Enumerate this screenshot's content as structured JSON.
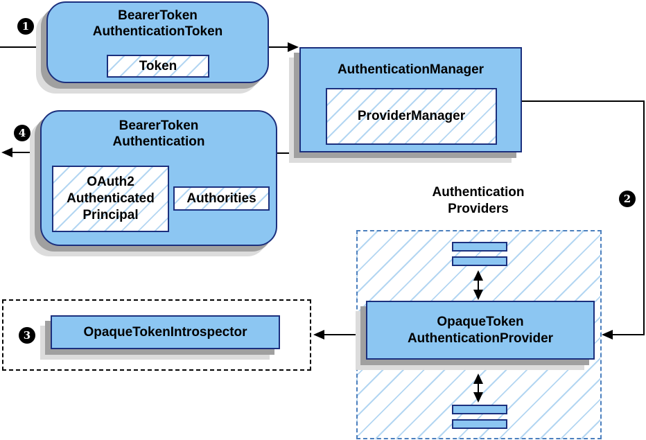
{
  "badges": {
    "one": "1",
    "two": "2",
    "three": "3",
    "four": "4"
  },
  "nodes": {
    "bearer_token_authentication_token": {
      "title": [
        "BearerToken",
        "AuthenticationToken"
      ],
      "token": "Token"
    },
    "authentication_manager": {
      "title": "AuthenticationManager",
      "provider_manager": "ProviderManager"
    },
    "bearer_token_authentication": {
      "title": [
        "BearerToken",
        "Authentication"
      ],
      "principal": [
        "OAuth2",
        "Authenticated",
        "Principal"
      ],
      "authorities": "Authorities"
    },
    "opaque_token_introspector": {
      "label": "OpaqueTokenIntrospector"
    },
    "authentication_providers": {
      "label": [
        "Authentication",
        "Providers"
      ],
      "provider": [
        "OpaqueToken",
        "AuthenticationProvider"
      ]
    }
  },
  "colors": {
    "node_fill": "#8cc6f2",
    "node_border": "#1b2f7d",
    "hatch_line": "#b3d6f2",
    "providers_dash_border": "#4a7ebd",
    "introspector_dash_border": "#000000",
    "shadow_dark": "#a0a0a0",
    "shadow_light": "#dcdcdc",
    "connector": "#000000",
    "badge_bg": "#000000",
    "badge_fg": "#ffffff"
  }
}
